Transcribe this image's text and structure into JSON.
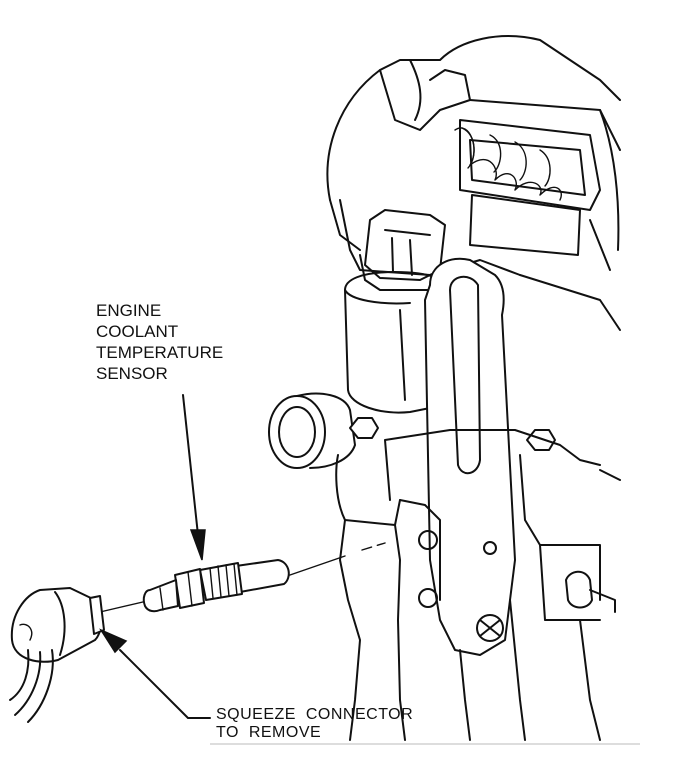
{
  "labels": {
    "sensor": [
      "ENGINE",
      "COOLANT",
      "TEMPERATURE",
      "SENSOR"
    ],
    "connector": [
      "SQUEEZE  CONNECTOR",
      "TO  REMOVE"
    ]
  },
  "colors": {
    "ink": "#111111",
    "paper": "#ffffff"
  }
}
